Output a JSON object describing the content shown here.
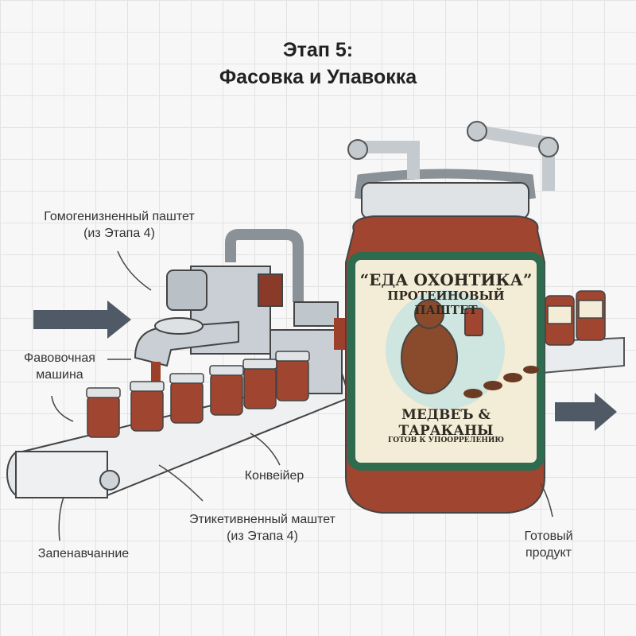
{
  "title": {
    "line1": "Этап 5:",
    "line2": "Фасовка и Упавокка"
  },
  "labels": {
    "homogenized_line1": "Гомогенизненный паштет",
    "homogenized_line2": "(из Этапа 4)",
    "filling_machine_line1": "Фавовочная",
    "filling_machine_line2": "машина",
    "conveyor": "Конвеійер",
    "labeled_line1": "Этикетивненный маштет",
    "labeled_line2": "(из Этапа 4)",
    "sealing": "Запенавчанние",
    "finished_line1": "Готовый",
    "finished_line2": "продукт"
  },
  "jar_label": {
    "brand": "“ЕДА ОХОНТИКА”",
    "subtitle": "ПРОТЕИНОВЫЙ ПАШТЕТ",
    "name": "МЕДВЕЪ & ТАРАКАНЫ",
    "tagline": "ГОТОВ К УПООРРЕЛЕНИЮ"
  },
  "colors": {
    "arrow": "#4f5a66",
    "pate": "#a0452f",
    "label_green": "#2f6b4f",
    "label_bg": "#f3ecd6"
  }
}
